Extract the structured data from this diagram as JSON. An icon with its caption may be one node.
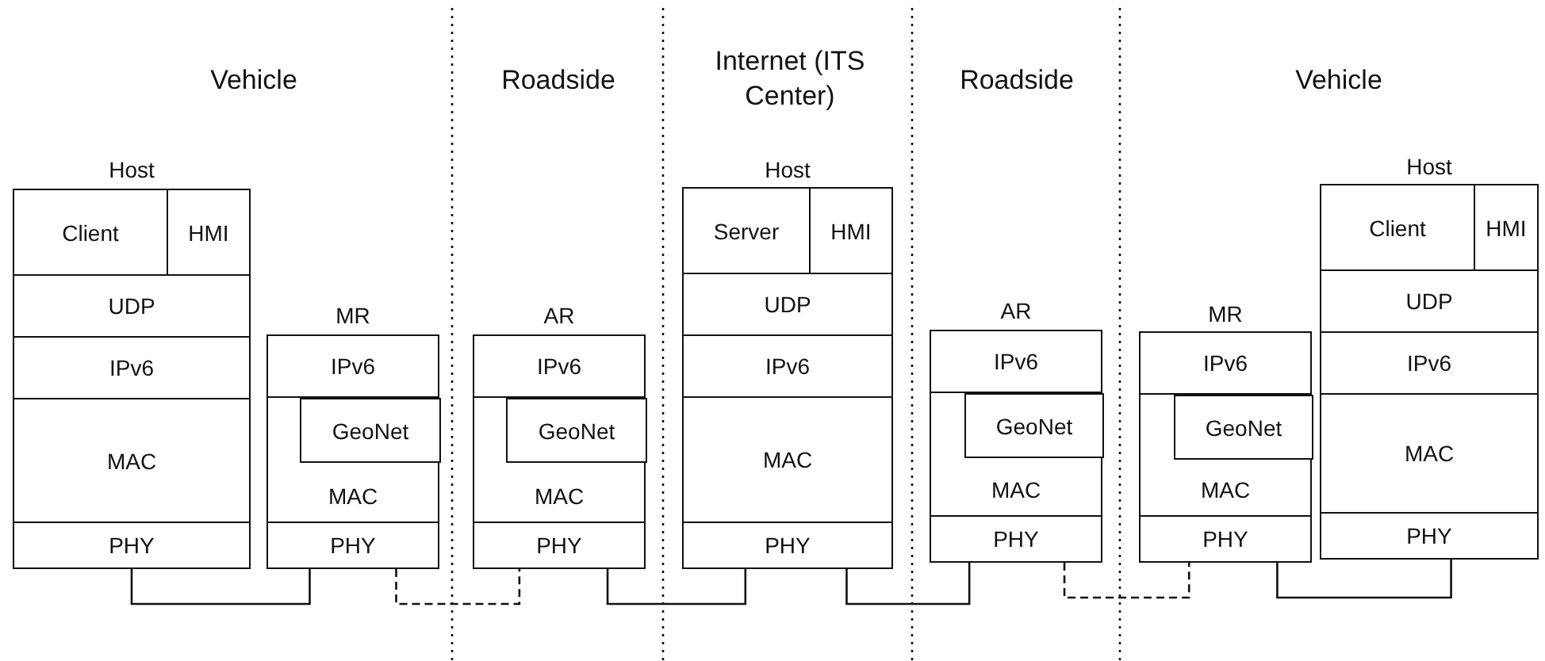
{
  "diagram": {
    "nodes": [
      {
        "text": [
          "Host"
        ]
      },
      {
        "text": [
          "Client"
        ],
        "in": 0
      },
      {
        "text": [
          "HMI"
        ],
        "in": 0
      },
      {
        "text": [
          "UDP"
        ],
        "in": 0
      },
      {
        "text": [
          "IPv6"
        ],
        "in": 0
      },
      {
        "text": [
          "MAC"
        ],
        "in": 0
      },
      {
        "text": [
          "PHY"
        ],
        "in": 0
      },
      {
        "text": [
          "MR"
        ]
      },
      {
        "text": [
          "IPv6"
        ],
        "in": 7
      },
      {
        "text": [
          "MAC"
        ],
        "in": 7
      },
      {
        "text": [
          "GeoNet"
        ],
        "in": 9
      },
      {
        "text": [
          "PHY"
        ],
        "in": 7
      },
      {
        "text": [
          "AR"
        ]
      },
      {
        "text": [
          "IPv6"
        ],
        "in": 12
      },
      {
        "text": [
          "MAC"
        ],
        "in": 12
      },
      {
        "text": [
          "GeoNet"
        ],
        "in": 14
      },
      {
        "text": [
          "PHY"
        ],
        "in": 12
      },
      {
        "text": [
          "Host"
        ]
      },
      {
        "text": [
          "Server"
        ],
        "in": 17
      },
      {
        "text": [
          "HMI"
        ],
        "in": 17
      },
      {
        "text": [
          "UDP"
        ],
        "in": 17
      },
      {
        "text": [
          "IPv6"
        ],
        "in": 17
      },
      {
        "text": [
          "MAC"
        ],
        "in": 17
      },
      {
        "text": [
          "PHY"
        ],
        "in": 17
      },
      {
        "text": [
          "AR"
        ]
      },
      {
        "text": [
          "IPv6"
        ],
        "in": 24
      },
      {
        "text": [
          "MAC"
        ],
        "in": 24
      },
      {
        "text": [
          "GeoNet"
        ],
        "in": 26
      },
      {
        "text": [
          "PHY"
        ],
        "in": 24
      },
      {
        "text": [
          "MR"
        ]
      },
      {
        "text": [
          "IPv6"
        ],
        "in": 29
      },
      {
        "text": [
          "MAC"
        ],
        "in": 29
      },
      {
        "text": [
          "GeoNet"
        ],
        "in": 31
      },
      {
        "text": [
          "PHY"
        ],
        "in": 29
      },
      {
        "text": [
          "Host"
        ]
      },
      {
        "text": [
          "Client"
        ],
        "in": 34
      },
      {
        "text": [
          "HMI"
        ],
        "in": 34
      },
      {
        "text": [
          "UDP"
        ],
        "in": 34
      },
      {
        "text": [
          "IPv6"
        ],
        "in": 34
      },
      {
        "text": [
          "MAC"
        ],
        "in": 34
      },
      {
        "text": [
          "PHY"
        ],
        "in": 34
      }
    ],
    "edges": [
      {
        "from": 6,
        "to": 11,
        "arrow": "none"
      },
      {
        "from": 11,
        "to": 16,
        "arrow": "none",
        "style": "dashed"
      },
      {
        "from": 16,
        "to": 23,
        "arrow": "none"
      },
      {
        "from": 23,
        "to": 28,
        "arrow": "none"
      },
      {
        "from": 28,
        "to": 33,
        "arrow": "none",
        "style": "dashed"
      },
      {
        "from": 33,
        "to": 40,
        "arrow": "none"
      }
    ],
    "labels": [
      "Vehicle",
      "Roadside",
      "Internet (ITS Center)",
      "Roadside",
      "Vehicle"
    ]
  }
}
